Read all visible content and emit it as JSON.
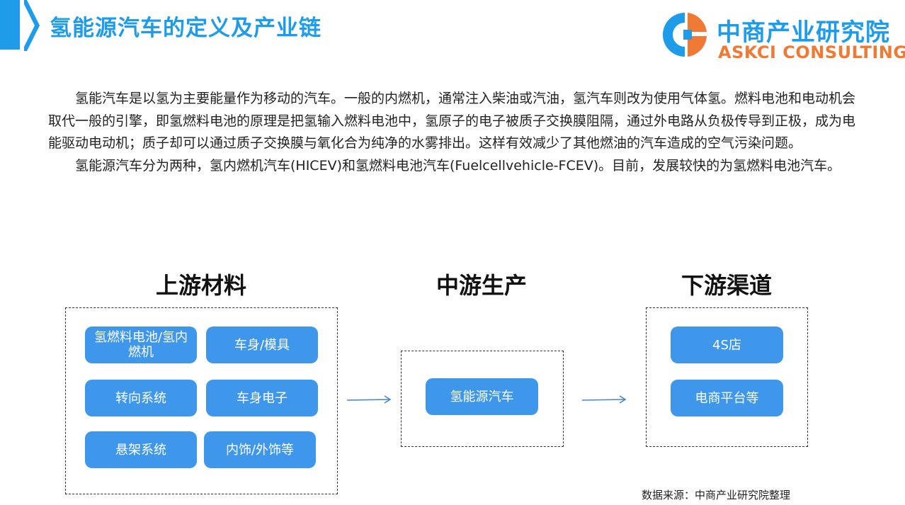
{
  "header": {
    "title": "氢能源汽车的定义及产业链"
  },
  "logo": {
    "name_cn": "中商产业研究院",
    "name_en": "ASKCI CONSULTING"
  },
  "intro": {
    "paragraph1": "氢能汽车是以氢为主要能量作为移动的汽车。一般的内燃机，通常注入柴油或汽油，氢汽车则改为使用气体氢。燃料电池和电动机会取代一般的引擎，即氢燃料电池的原理是把氢输入燃料电池中，氢原子的电子被质子交换膜阻隔，通过外电路从负极传导到正极，成为电能驱动电动机；质子却可以通过质子交换膜与氧化合为纯净的水雾排出。这样有效减少了其他燃油的汽车造成的空气污染问题。",
    "paragraph2": "氢能源汽车分为两种，氢内燃机汽车(HICEV)和氢燃料电池汽车(Fuelcellvehicle-FCEV)。目前，发展较快的为氢燃料电池汽车。"
  },
  "chain": {
    "upstream": {
      "title": "上游材料",
      "items": [
        "氢燃料电池/氢内燃机",
        "车身/模具",
        "转向系统",
        "车身电子",
        "悬架系统",
        "内饰/外饰等"
      ]
    },
    "midstream": {
      "title": "中游生产",
      "items": [
        "氢能源汽车"
      ]
    },
    "downstream": {
      "title": "下游渠道",
      "items": [
        "4S店",
        "电商平台等"
      ]
    }
  },
  "footer": {
    "source": "数据来源：中商产业研究院整理"
  },
  "colors": {
    "brand_blue": "#1E9BE9",
    "node_blue": "#3F97EC",
    "brand_orange": "#EE7A35",
    "arrow": "#4A86C5"
  }
}
